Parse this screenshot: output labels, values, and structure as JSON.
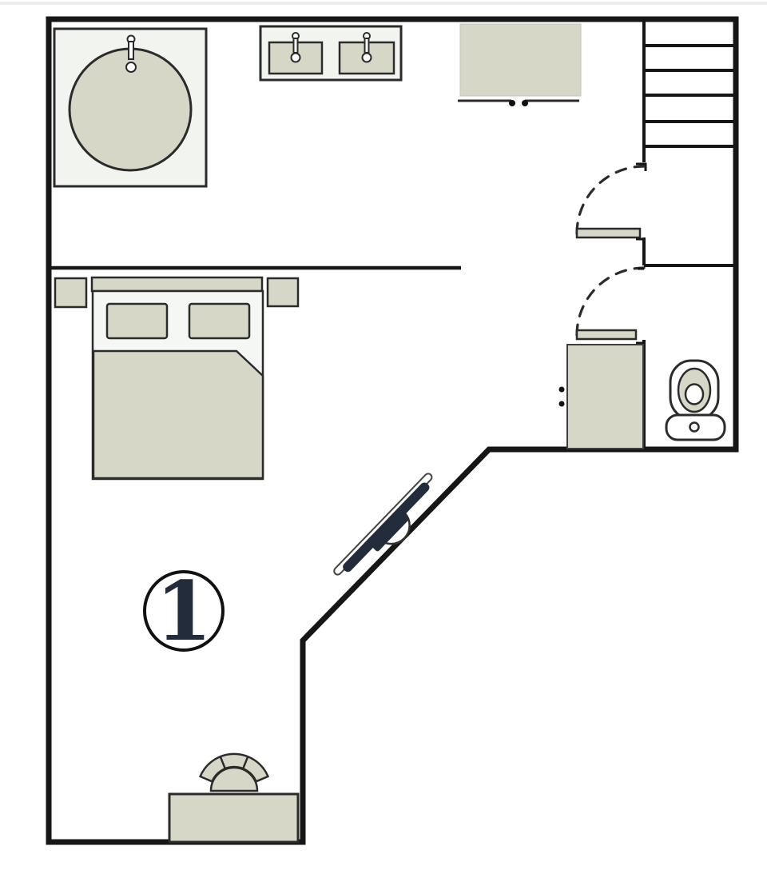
{
  "room_marker": {
    "label": "1"
  },
  "palette": {
    "background": "#ffffff",
    "wall": "#161616",
    "outline": "#2b2b2b",
    "furniture": "#d7d7c8",
    "fixture": "#f2f4f0",
    "accent": "#232c3a"
  },
  "elements": [
    "round-bathtub",
    "double-sink-vanity",
    "sliding-door-wardrobe",
    "staircase",
    "swing-door-upper",
    "swing-door-lower",
    "bathroom-closet",
    "toilet",
    "double-bed",
    "nightstand-left",
    "nightstand-right",
    "wall-mounted-tv",
    "desk",
    "desk-chair",
    "room-number-marker"
  ]
}
